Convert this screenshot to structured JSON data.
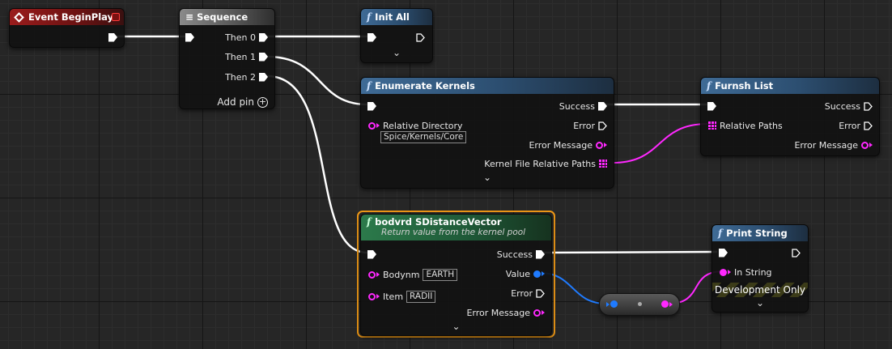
{
  "nodes": {
    "begin_play": {
      "title": "Event BeginPlay"
    },
    "sequence": {
      "title": "Sequence",
      "pins": [
        "Then 0",
        "Then 1",
        "Then 2"
      ],
      "add_pin": "Add pin"
    },
    "init_all": {
      "title": "Init All"
    },
    "enumerate_kernels": {
      "title": "Enumerate Kernels",
      "success": "Success",
      "error": "Error",
      "error_message": "Error Message",
      "relative_directory": "Relative Directory",
      "relative_directory_value": "Spice/Kernels/Core",
      "kernel_paths": "Kernel File Relative Paths"
    },
    "furnsh_list": {
      "title": "Furnsh List",
      "success": "Success",
      "error": "Error",
      "error_message": "Error Message",
      "relative_paths": "Relative Paths"
    },
    "bodvrd": {
      "title": "bodvrd SDistanceVector",
      "subtitle": "Return value from the kernel pool",
      "success": "Success",
      "value": "Value",
      "error": "Error",
      "error_message": "Error Message",
      "bodynm": "Bodynm",
      "bodynm_value": "EARTH",
      "item": "Item",
      "item_value": "RADII"
    },
    "print_string": {
      "title": "Print String",
      "in_string": "In String",
      "dev_only": "Development Only"
    }
  },
  "colors": {
    "exec": "#ffffff",
    "string": "#ff28ff",
    "struct": "#1f7bff",
    "selection": "#f19a17"
  },
  "icons": {
    "function": "function-icon",
    "event": "event-diamond-icon",
    "sequence": "sequence-icon",
    "expand": "chevron-down-icon"
  }
}
